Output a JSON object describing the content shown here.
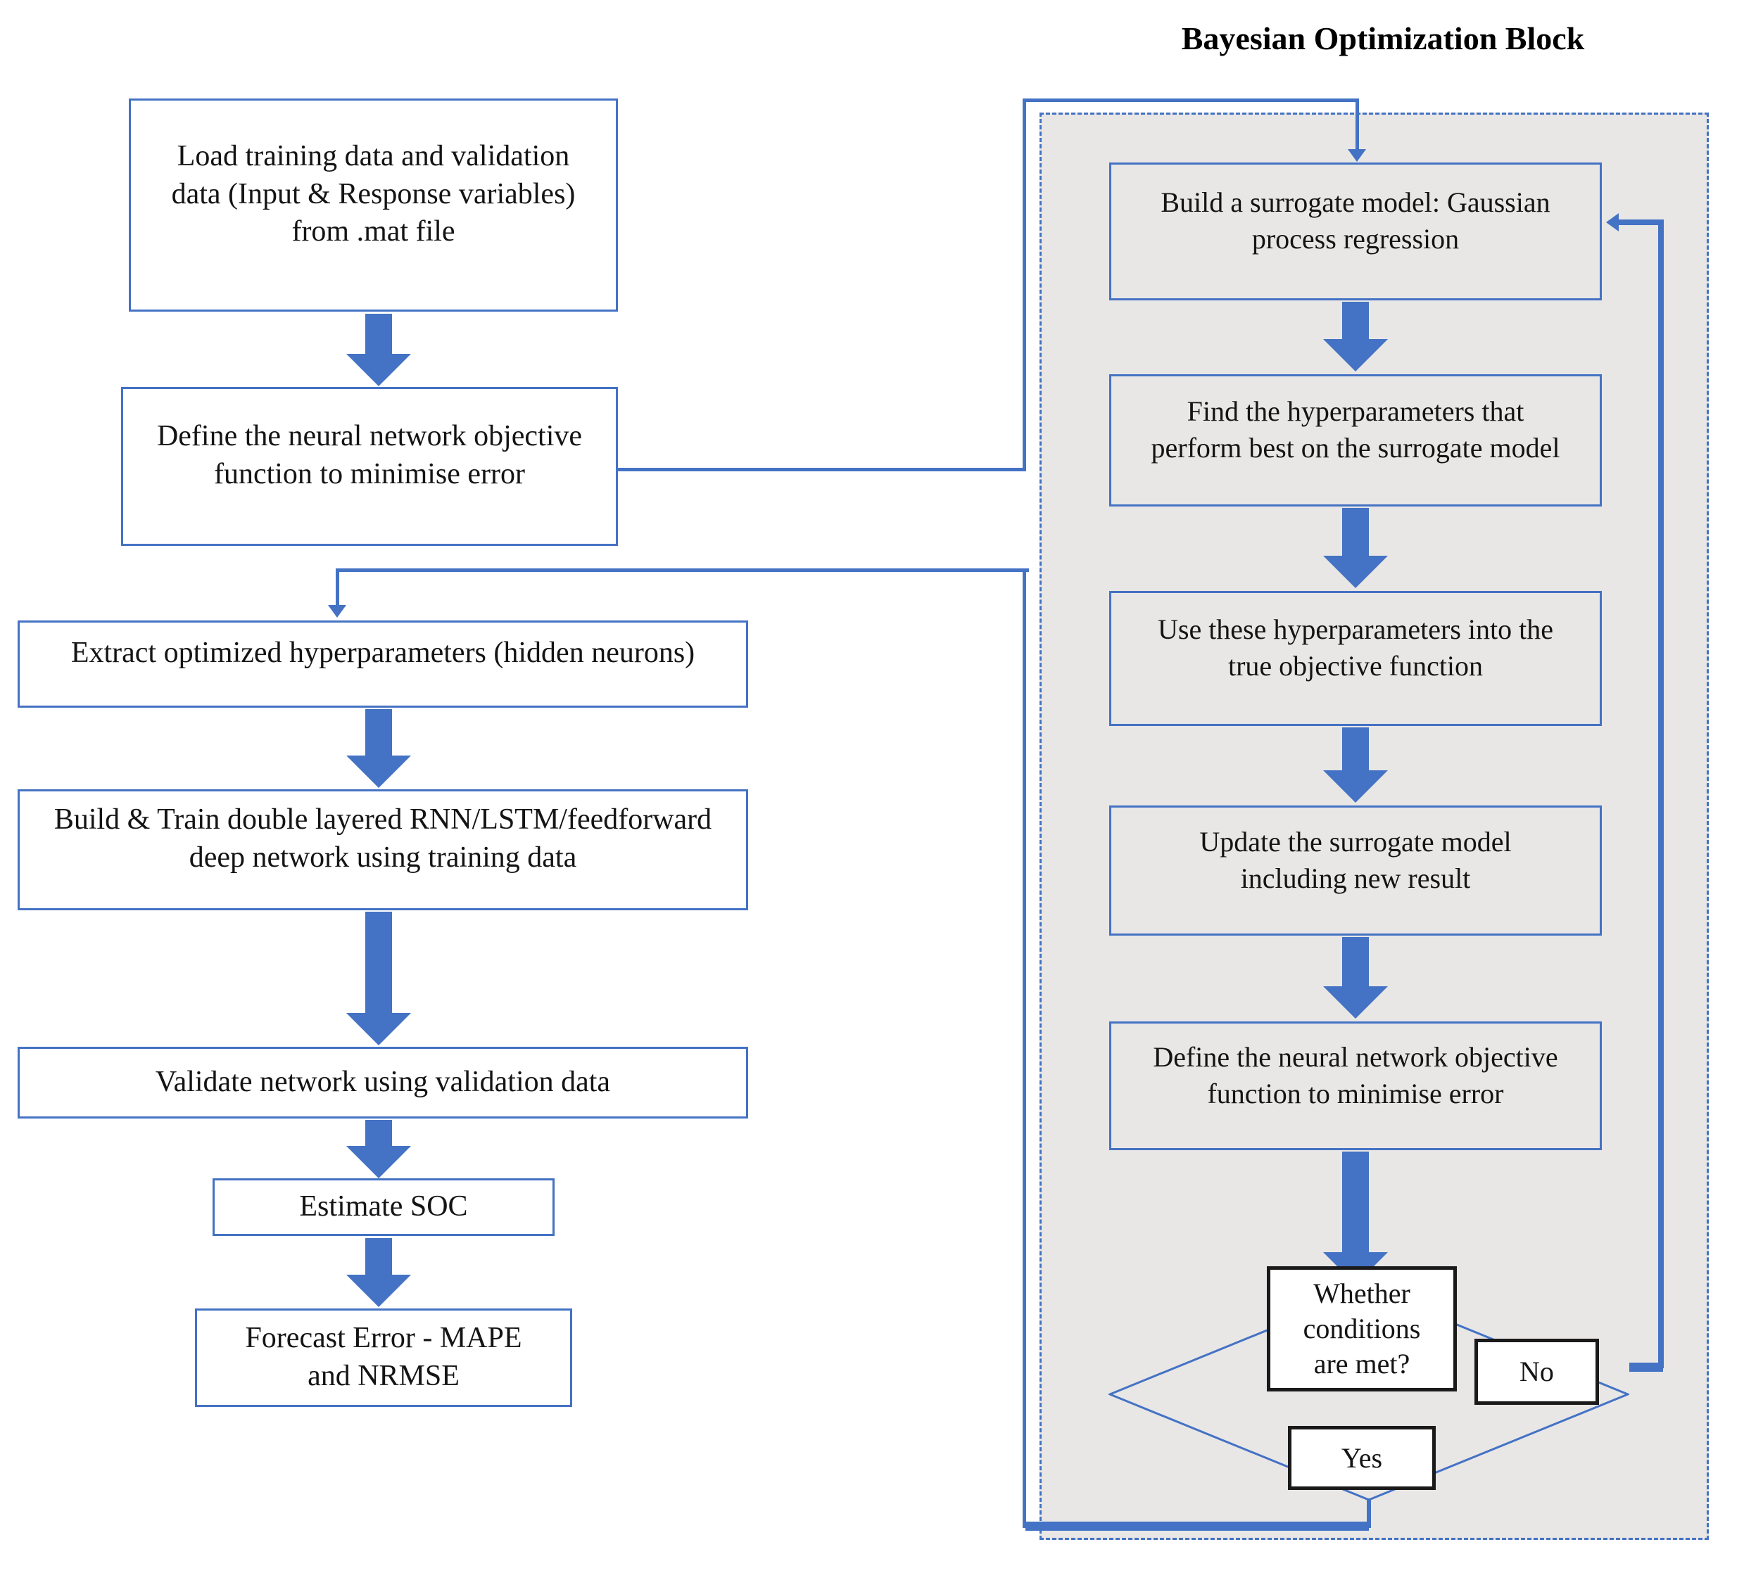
{
  "title": "Bayesian Optimization Block",
  "left_flow": {
    "boxes": [
      {
        "lines": [
          "Load training data and validation",
          "data (Input & Response variables)",
          "from .mat file"
        ]
      },
      {
        "lines": [
          "Define the neural network objective",
          "function to minimise error"
        ]
      },
      {
        "lines": [
          "Extract optimized hyperparameters (hidden neurons)"
        ]
      },
      {
        "lines": [
          "Build & Train double layered RNN/LSTM/feedforward",
          "deep network using training data"
        ]
      },
      {
        "lines": [
          "Validate network using validation data"
        ]
      },
      {
        "lines": [
          "Estimate SOC"
        ]
      },
      {
        "lines": [
          "Forecast Error - MAPE",
          "and NRMSE"
        ]
      }
    ]
  },
  "bayesian_block": {
    "boxes": [
      {
        "lines": [
          "Build a surrogate model: Gaussian",
          "process regression"
        ]
      },
      {
        "lines": [
          "Find the hyperparameters that",
          "perform best on the surrogate model"
        ]
      },
      {
        "lines": [
          "Use these hyperparameters into the",
          "true objective function"
        ]
      },
      {
        "lines": [
          "Update the surrogate model",
          "including new result"
        ]
      },
      {
        "lines": [
          "Define the neural network objective",
          "function to minimise error"
        ]
      }
    ],
    "decision": {
      "question_lines": [
        "Whether",
        "conditions",
        "are met?"
      ],
      "no_label": "No",
      "yes_label": "Yes"
    }
  },
  "colors": {
    "accent_blue": "#4472C4",
    "panel_gray": "#E8E7E6",
    "decision_border_black": "#1A1A1A",
    "text_black": "#141414"
  }
}
